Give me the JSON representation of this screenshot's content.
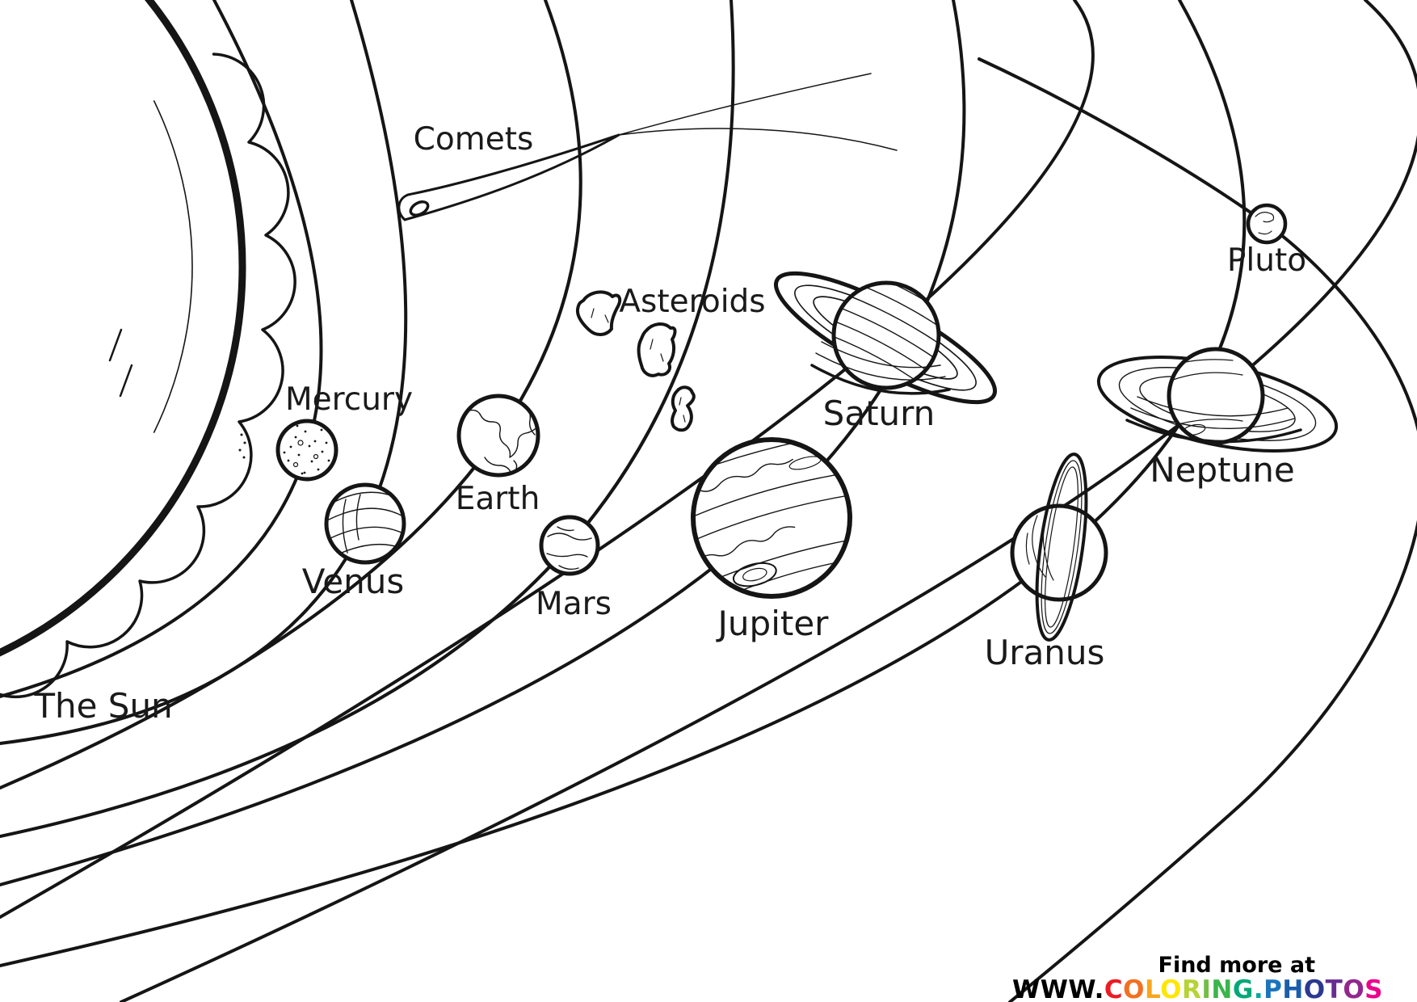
{
  "labels": {
    "sun": "The Sun",
    "mercury": "Mercury",
    "venus": "Venus",
    "earth": "Earth",
    "mars": "Mars",
    "jupiter": "Jupiter",
    "saturn": "Saturn",
    "uranus": "Uranus",
    "neptune": "Neptune",
    "pluto": "Pluto",
    "comets": "Comets",
    "asteroids": "Asteroids"
  },
  "watermark": {
    "tagline": "Find more at",
    "url_text": "WWW.COLORING.PHOTOS",
    "tagline_color": "#000000",
    "url_letters": [
      {
        "c": "W",
        "color": "#000000"
      },
      {
        "c": "W",
        "color": "#000000"
      },
      {
        "c": "W",
        "color": "#000000"
      },
      {
        "c": ".",
        "color": "#000000"
      },
      {
        "c": "C",
        "color": "#ec1c24"
      },
      {
        "c": "O",
        "color": "#f36f21"
      },
      {
        "c": "L",
        "color": "#faa61a"
      },
      {
        "c": "O",
        "color": "#ffe600"
      },
      {
        "c": "R",
        "color": "#b5d334"
      },
      {
        "c": "I",
        "color": "#72bf44"
      },
      {
        "c": "N",
        "color": "#39b54a"
      },
      {
        "c": "G",
        "color": "#00a878"
      },
      {
        "c": ".",
        "color": "#00a79d"
      },
      {
        "c": "P",
        "color": "#1b75bc"
      },
      {
        "c": "H",
        "color": "#1a5dab"
      },
      {
        "c": "O",
        "color": "#2b3990"
      },
      {
        "c": "T",
        "color": "#662d91"
      },
      {
        "c": "O",
        "color": "#92278f"
      },
      {
        "c": "S",
        "color": "#ec008c"
      }
    ]
  }
}
